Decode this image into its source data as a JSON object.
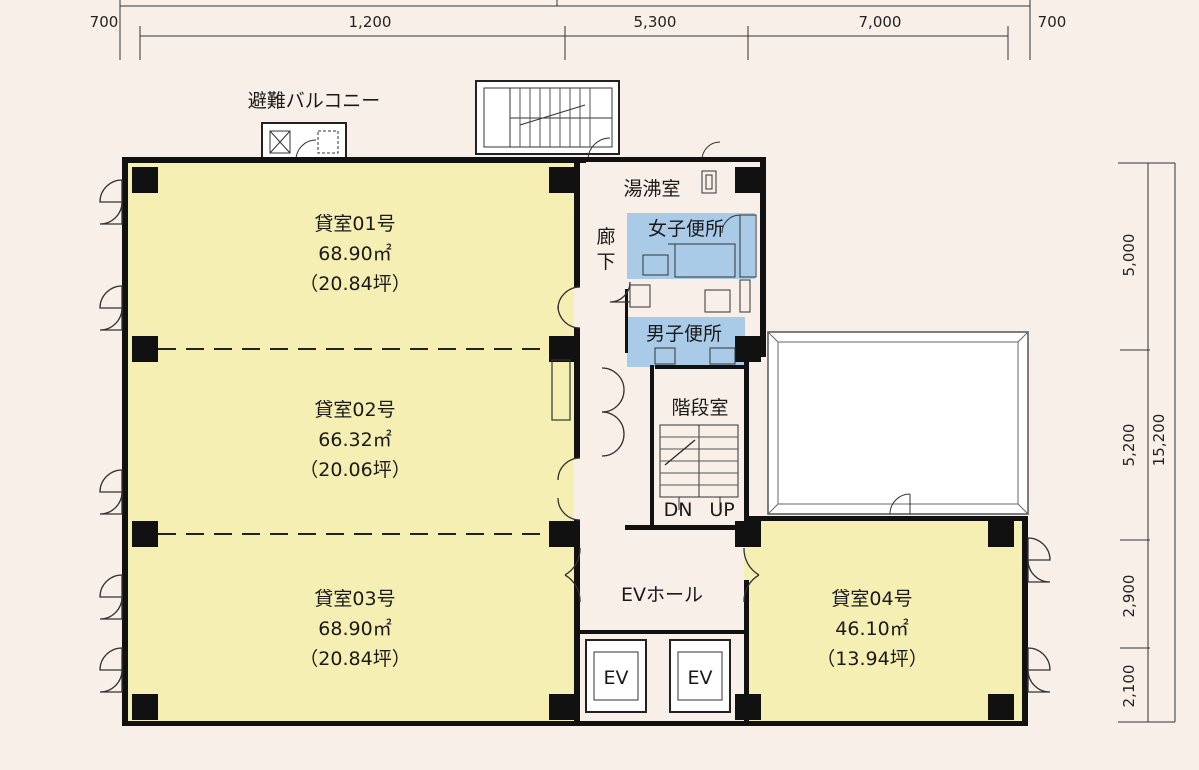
{
  "dimensions": {
    "top": [
      "700",
      "1,200",
      "5,300",
      "7,000",
      "700"
    ],
    "right": [
      "5,000",
      "5,200",
      "2,900",
      "2,100"
    ],
    "right_total": "15,200"
  },
  "rooms": {
    "unit01": {
      "name": "貸室01号",
      "area": "68.90㎡",
      "tsubo": "（20.84坪）"
    },
    "unit02": {
      "name": "貸室02号",
      "area": "66.32㎡",
      "tsubo": "（20.06坪）"
    },
    "unit03": {
      "name": "貸室03号",
      "area": "68.90㎡",
      "tsubo": "（20.84坪）"
    },
    "unit04": {
      "name": "貸室04号",
      "area": "46.10㎡",
      "tsubo": "（13.94坪）"
    }
  },
  "labels": {
    "balcony": "避難バルコニー",
    "kitchenette": "湯沸室",
    "corridor_1": "廊",
    "corridor_2": "下",
    "womens_toilet": "女子便所",
    "mens_toilet": "男子便所",
    "stairwell": "階段室",
    "stair_down": "DN",
    "stair_up": "UP",
    "ev_hall": "EVホール",
    "elevator_1": "EV",
    "elevator_2": "EV"
  },
  "colors": {
    "background": "#f7efe8",
    "rental_fill": "#f6efb4",
    "toilet_fill": "#a9cbe8",
    "wall": "#111111"
  }
}
